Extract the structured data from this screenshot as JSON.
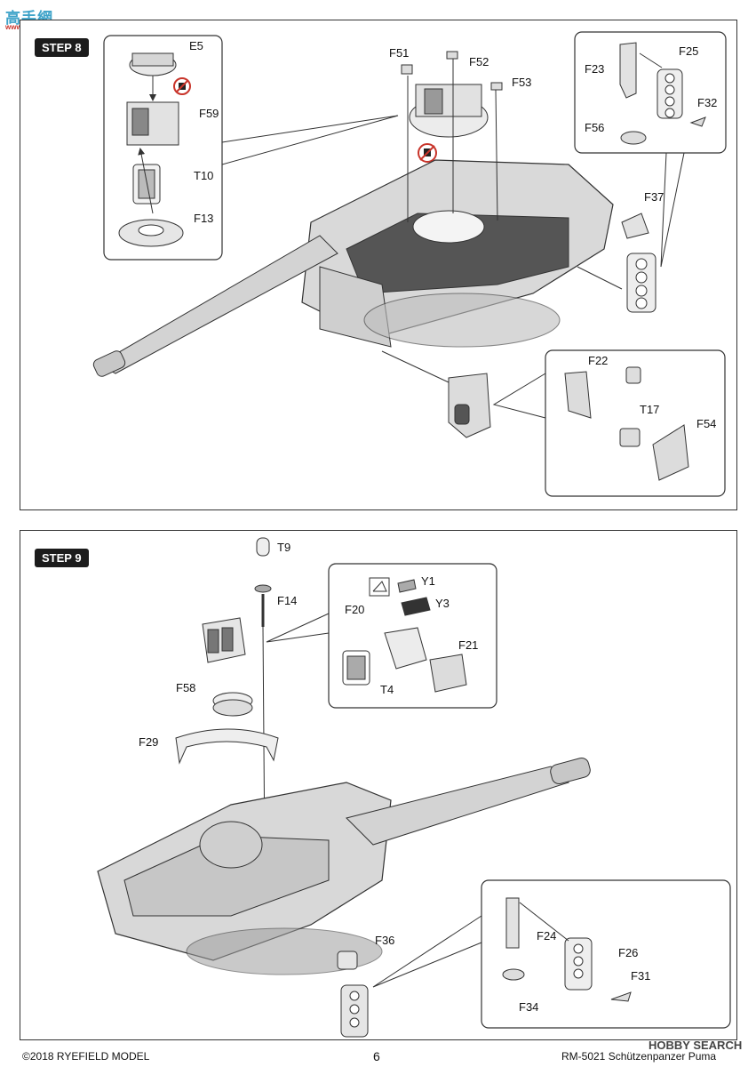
{
  "watermark": {
    "title": "高手網",
    "subtitle": "www.gaoshou.net"
  },
  "step8": {
    "badge": "STEP 8",
    "labels": {
      "E5": "E5",
      "F59": "F59",
      "T10": "T10",
      "F13": "F13",
      "F51": "F51",
      "F52": "F52",
      "F53": "F53",
      "F23": "F23",
      "F25": "F25",
      "F32": "F32",
      "F56": "F56",
      "F37": "F37",
      "F22": "F22",
      "T17": "T17",
      "F54": "F54"
    }
  },
  "step9": {
    "badge": "STEP 9",
    "labels": {
      "T9": "T9",
      "F14": "F14",
      "F58": "F58",
      "F29": "F29",
      "Y1": "Y1",
      "Y3": "Y3",
      "F20": "F20",
      "F21": "F21",
      "T4": "T4",
      "F36": "F36",
      "F24": "F24",
      "F26": "F26",
      "F31": "F31",
      "F34": "F34"
    }
  },
  "footer": {
    "copyright": "©2018 RYEFIELD MODEL",
    "page_number": "6",
    "model_name": "RM-5021 Schützenpanzer Puma",
    "hobby_search": "HOBBY SEARCH"
  }
}
